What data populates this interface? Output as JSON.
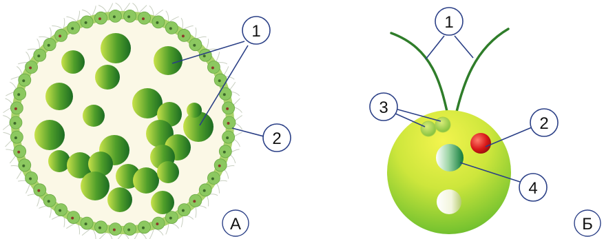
{
  "figure_a": {
    "letter": "А",
    "callouts": {
      "one": "1",
      "two": "2"
    }
  },
  "figure_b": {
    "letter": "Б",
    "callouts": {
      "one": "1",
      "two": "2",
      "three": "3",
      "four": "4"
    }
  },
  "colors": {
    "cell_fill": "#fbf8e6",
    "dark_green": "#1f7a25",
    "light_green": "#b8d83a",
    "border_ring": "#9ccc5a",
    "leader": "#2a3f86",
    "eyespot": "#d81818",
    "body_light": "#f0f24a",
    "body_dark": "#5ab82e"
  }
}
